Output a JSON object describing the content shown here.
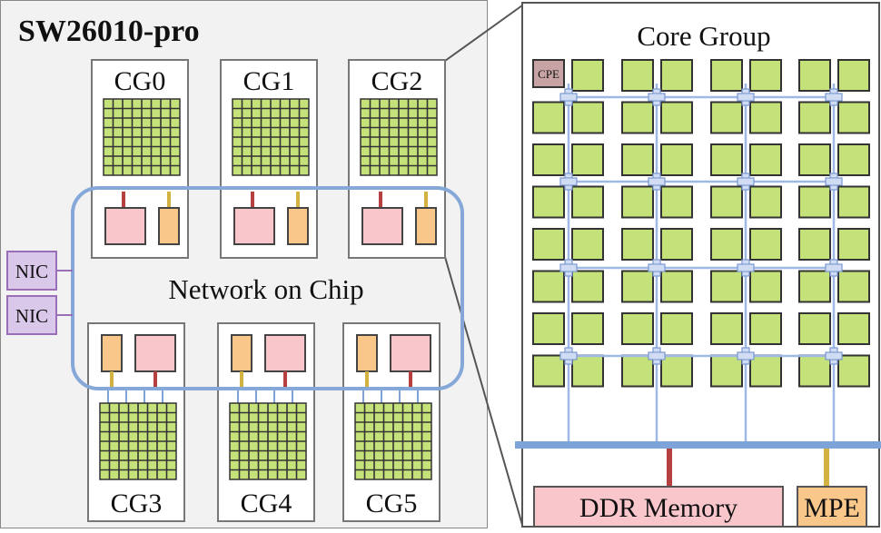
{
  "chip": {
    "title": "SW26010-pro",
    "core_groups": [
      {
        "id": "cg0",
        "label": "CG0"
      },
      {
        "id": "cg1",
        "label": "CG1"
      },
      {
        "id": "cg2",
        "label": "CG2"
      },
      {
        "id": "cg3",
        "label": "CG3"
      },
      {
        "id": "cg4",
        "label": "CG4"
      },
      {
        "id": "cg5",
        "label": "CG5"
      }
    ],
    "noc_label": "Network on Chip",
    "nic_labels": [
      "NIC",
      "NIC"
    ]
  },
  "core_group": {
    "title": "Core Group",
    "cpe_label": "CPE",
    "cpe_grid": {
      "rows": 8,
      "cols": 8
    },
    "memory_label": "DDR Memory",
    "mpe_label": "MPE"
  },
  "colors": {
    "panel_bg": "#f2f2f2",
    "cpe_green": "#c5e27a",
    "mem_pink": "#f9c6cc",
    "mpe_orange": "#f9c78a",
    "noc_blue": "#86a8d8",
    "bus_blue": "#7ea3d8",
    "mesh_blue": "#9fb9e6",
    "red_link": "#b5403f",
    "gold_link": "#d3b241",
    "nic_purple": "#d9c8ea",
    "nic_border": "#9a6fb8",
    "cpe_label_bg": "#c8a3a3"
  }
}
